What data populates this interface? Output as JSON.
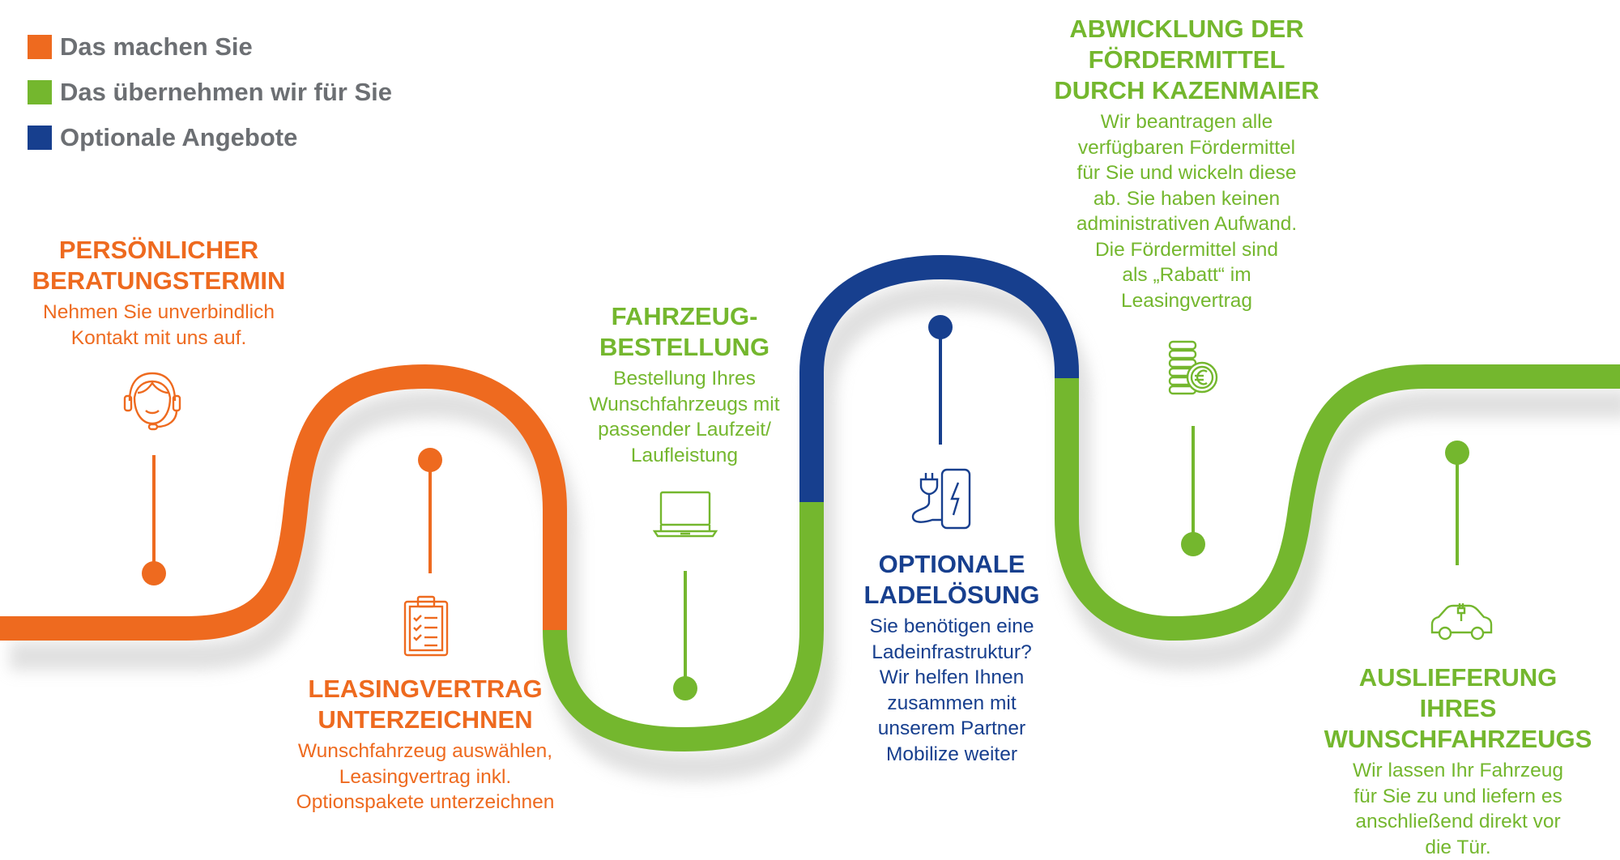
{
  "colors": {
    "orange": "#ee6a1f",
    "green": "#74b72e",
    "blue": "#173f8e",
    "legend_text": "#6c6f73"
  },
  "legend": [
    {
      "label": "Das machen Sie",
      "color": "#ee6a1f"
    },
    {
      "label": "Das übernehmen wir für Sie",
      "color": "#74b72e"
    },
    {
      "label": "Optionale Angebote",
      "color": "#173f8e"
    }
  ],
  "steps": [
    {
      "title_lines": [
        "PERSÖNLICHER",
        "BERATUNGSTERMIN"
      ],
      "desc_lines": [
        "Nehmen Sie unverbindlich",
        "Kontakt mit uns auf."
      ],
      "icon": "headset-person-icon",
      "color": "orange"
    },
    {
      "title_lines": [
        "LEASINGVERTRAG",
        "UNTERZEICHNEN"
      ],
      "desc_lines": [
        "Wunschfahrzeug auswählen,",
        "Leasingvertrag inkl.",
        "Optionspakete unterzeichnen"
      ],
      "icon": "clipboard-checklist-icon",
      "color": "orange"
    },
    {
      "title_lines": [
        "FAHRZEUG-",
        "BESTELLUNG"
      ],
      "desc_lines": [
        "Bestellung Ihres",
        "Wunschfahrzeugs mit",
        "passender Laufzeit/",
        "Laufleistung"
      ],
      "icon": "laptop-icon",
      "color": "green"
    },
    {
      "title_lines": [
        "OPTIONALE",
        "LADELÖSUNG"
      ],
      "desc_lines": [
        "Sie benötigen eine",
        "Ladeinfrastruktur?",
        "Wir helfen Ihnen",
        "zusammen mit",
        "unserem Partner",
        "Mobilize weiter"
      ],
      "icon": "charging-station-icon",
      "color": "blue"
    },
    {
      "title_lines": [
        "ABWICKLUNG DER",
        "FÖRDERMITTEL",
        "DURCH KAZENMAIER"
      ],
      "desc_lines": [
        "Wir beantragen alle",
        "verfügbaren Fördermittel",
        "für Sie und wickeln diese",
        "ab. Sie haben keinen",
        "administrativen Aufwand.",
        "Die Fördermittel sind",
        "als „Rabatt“ im",
        "Leasingvertrag"
      ],
      "icon": "euro-coins-icon",
      "color": "green"
    },
    {
      "title_lines": [
        "AUSLIEFERUNG IHRES",
        "WUNSCHFAHRZEUGS"
      ],
      "desc_lines": [
        "Wir lassen Ihr Fahrzeug",
        "für Sie zu und liefern es",
        "anschließend direkt vor",
        "die Tür."
      ],
      "icon": "electric-car-icon",
      "color": "green"
    }
  ]
}
